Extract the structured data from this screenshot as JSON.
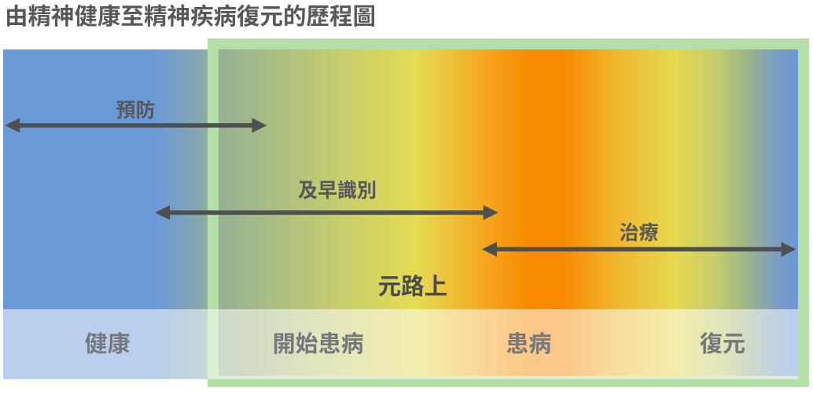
{
  "title": "由精神健康至精神疾病復元的歷程圖",
  "diagram": {
    "type": "spectrum-stage-diagram",
    "stages": [
      {
        "label": "健康"
      },
      {
        "label": "開始患病"
      },
      {
        "label": "患病"
      },
      {
        "label": "復元"
      }
    ],
    "arrows": [
      {
        "label": "預防"
      },
      {
        "label": "及早識別"
      },
      {
        "label": "治療"
      }
    ],
    "center_text": "元路上"
  },
  "colors": {
    "health_blue": "#6b9ad9",
    "frame_border_green": "#b4dfa7",
    "onset_yellow": "#e4dc52",
    "illness_orange_peak": "#f88a00",
    "recovery_blue": "#6a98da",
    "title_text": "#595959",
    "stage_text": "#75787d",
    "arrow_gray": "#4e5052"
  }
}
